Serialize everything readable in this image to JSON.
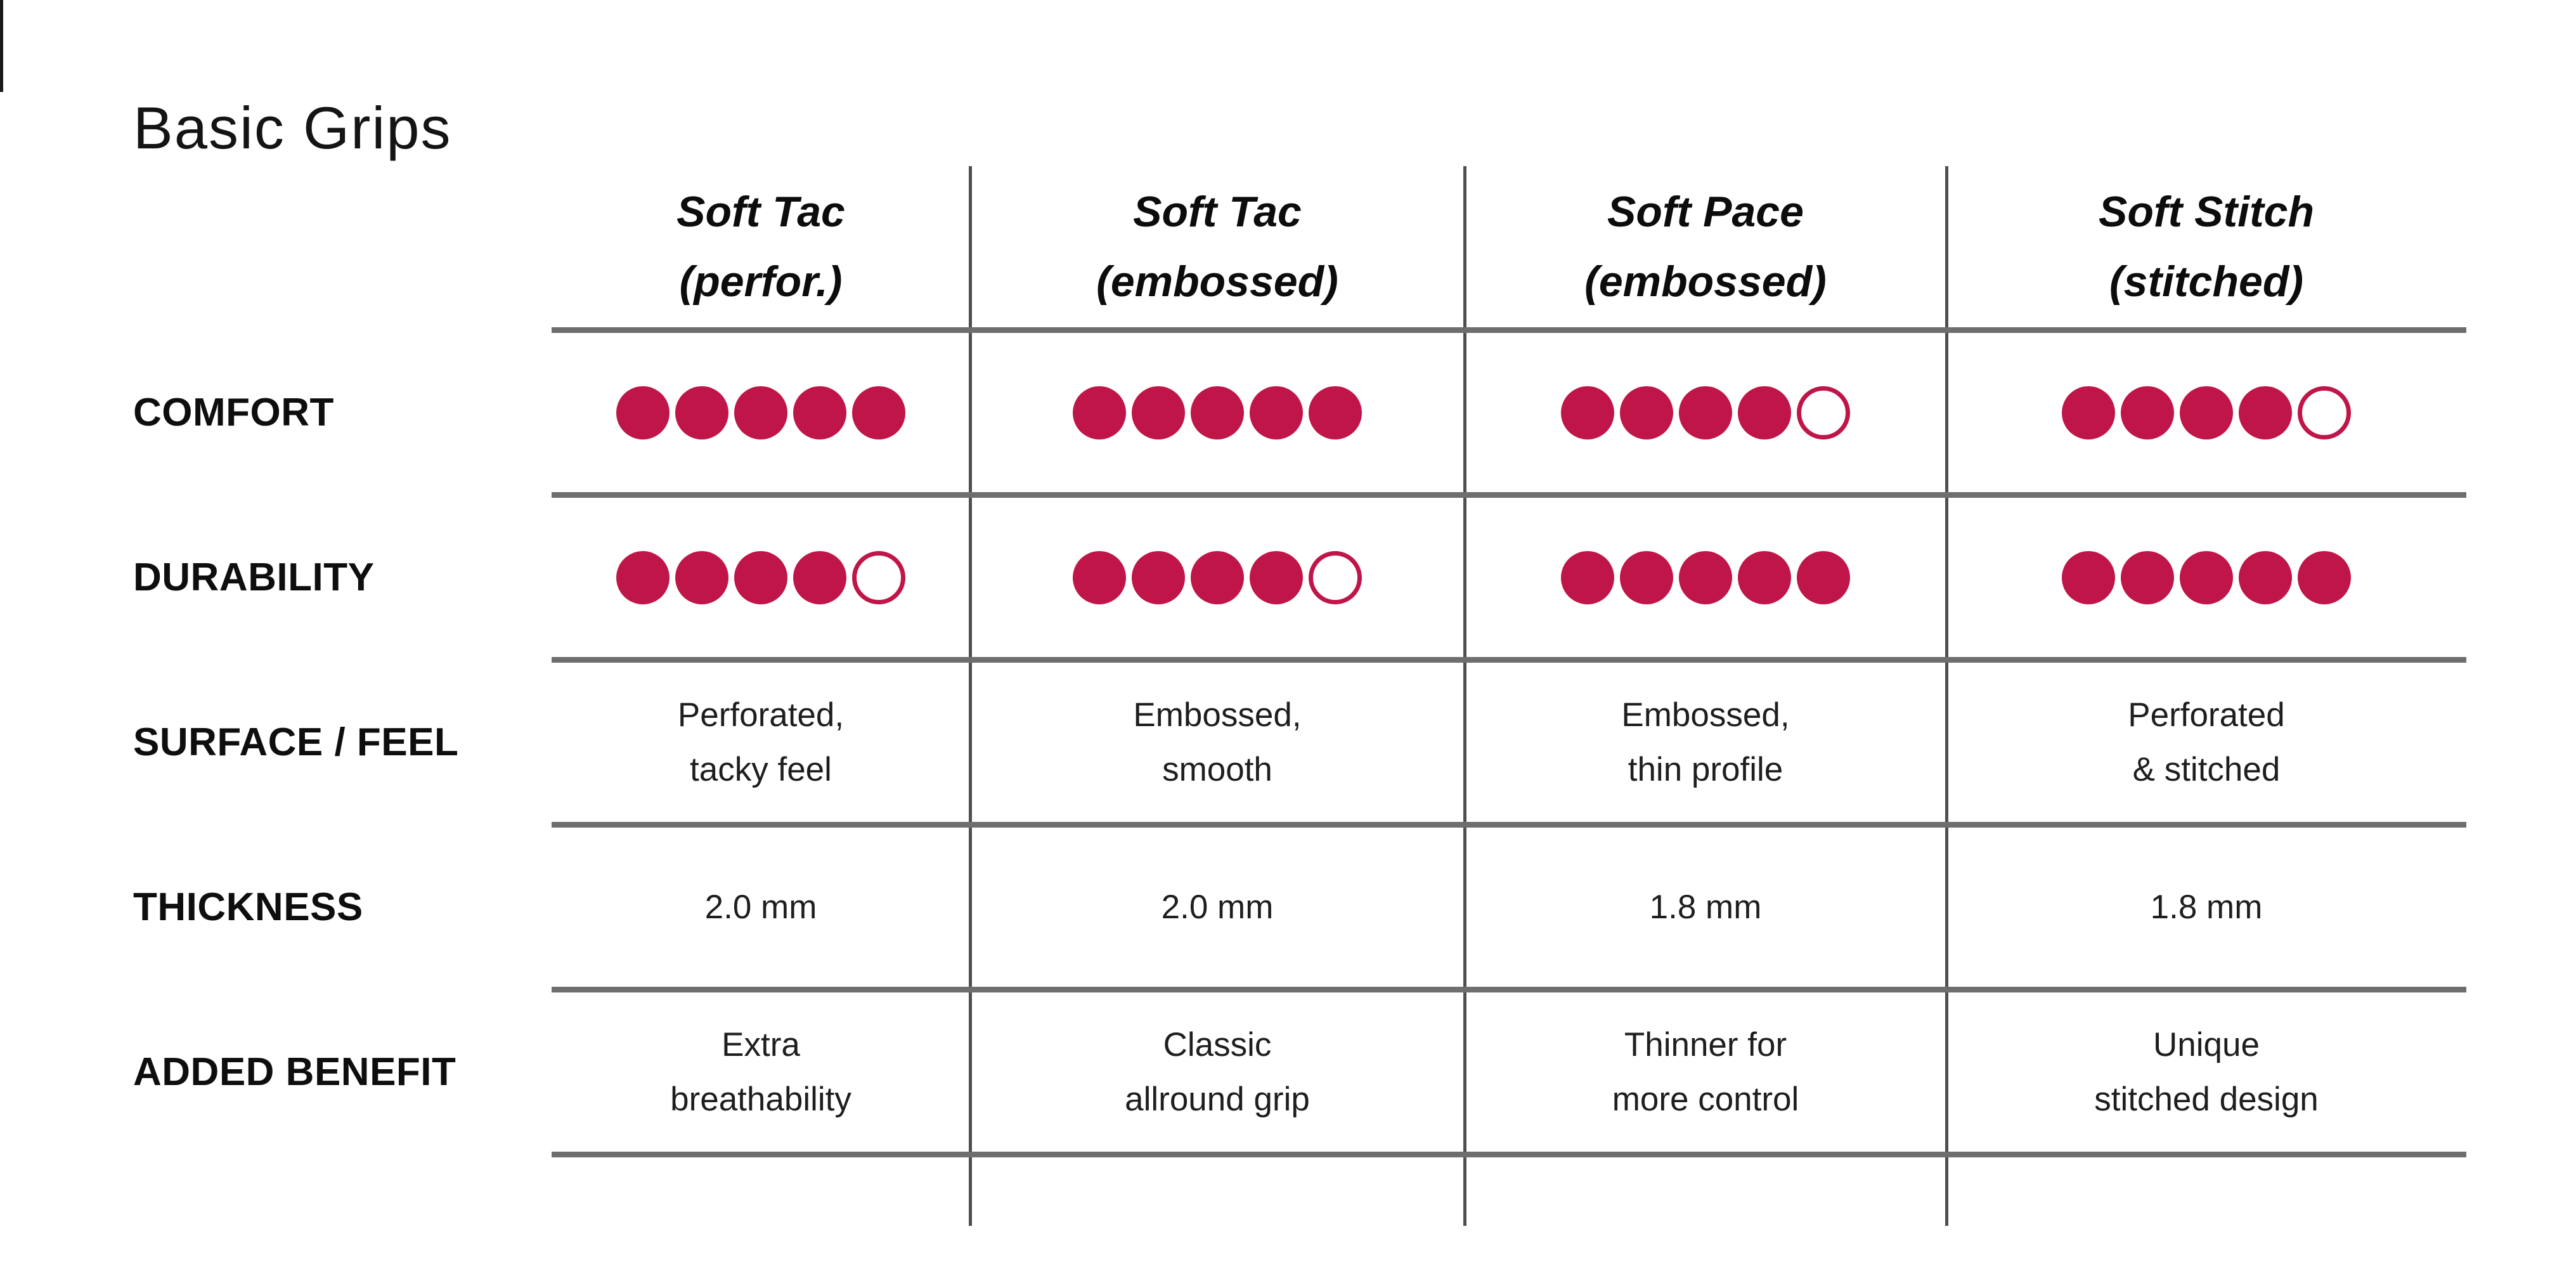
{
  "title": "Basic Grips",
  "colors": {
    "accent": "#C01548",
    "grid_line": "#6E6E6E",
    "divider": "#4F4F4F"
  },
  "table": {
    "rating_max": 5,
    "columns": [
      {
        "line1": "Soft Tac",
        "line2": "(perfor.)"
      },
      {
        "line1": "Soft Tac",
        "line2": "(embossed)"
      },
      {
        "line1": "Soft Pace",
        "line2": "(embossed)"
      },
      {
        "line1": "Soft Stitch",
        "line2": "(stitched)"
      }
    ],
    "rows": [
      {
        "label": "COMFORT",
        "type": "rating",
        "values": [
          5,
          5,
          4,
          4
        ]
      },
      {
        "label": "DURABILITY",
        "type": "rating",
        "values": [
          4,
          4,
          5,
          5
        ]
      },
      {
        "label": "SURFACE / FEEL",
        "type": "text",
        "values": [
          [
            "Perforated,",
            "tacky feel"
          ],
          [
            "Embossed,",
            "smooth"
          ],
          [
            "Embossed,",
            "thin profile"
          ],
          [
            "Perforated",
            "& stitched"
          ]
        ]
      },
      {
        "label": "THICKNESS",
        "type": "text",
        "values": [
          [
            "2.0 mm"
          ],
          [
            "2.0 mm"
          ],
          [
            "1.8 mm"
          ],
          [
            "1.8 mm"
          ]
        ]
      },
      {
        "label": "ADDED BENEFIT",
        "type": "text",
        "values": [
          [
            "Extra",
            "breathability"
          ],
          [
            "Classic",
            "allround grip"
          ],
          [
            "Thinner for",
            "more control"
          ],
          [
            "Unique",
            "stitched design"
          ]
        ]
      }
    ]
  },
  "chart_data": {
    "type": "table",
    "title": "Basic Grips",
    "columns": [
      "Soft Tac (perfor.)",
      "Soft Tac (embossed)",
      "Soft Pace (embossed)",
      "Soft Stitch (stitched)"
    ],
    "rating_scale": {
      "max": 5,
      "symbol": "filled dot = 1 point, outlined dot = 0"
    },
    "rows": [
      {
        "label": "COMFORT",
        "kind": "rating",
        "values": [
          5,
          5,
          4,
          4
        ]
      },
      {
        "label": "DURABILITY",
        "kind": "rating",
        "values": [
          4,
          4,
          5,
          5
        ]
      },
      {
        "label": "SURFACE / FEEL",
        "kind": "text",
        "values": [
          "Perforated, tacky feel",
          "Embossed, smooth",
          "Embossed, thin profile",
          "Perforated & stitched"
        ]
      },
      {
        "label": "THICKNESS",
        "kind": "text",
        "values": [
          "2.0 mm",
          "2.0 mm",
          "1.8 mm",
          "1.8 mm"
        ]
      },
      {
        "label": "ADDED BENEFIT",
        "kind": "text",
        "values": [
          "Extra breathability",
          "Classic allround grip",
          "Thinner for more control",
          "Unique stitched design"
        ]
      }
    ]
  }
}
